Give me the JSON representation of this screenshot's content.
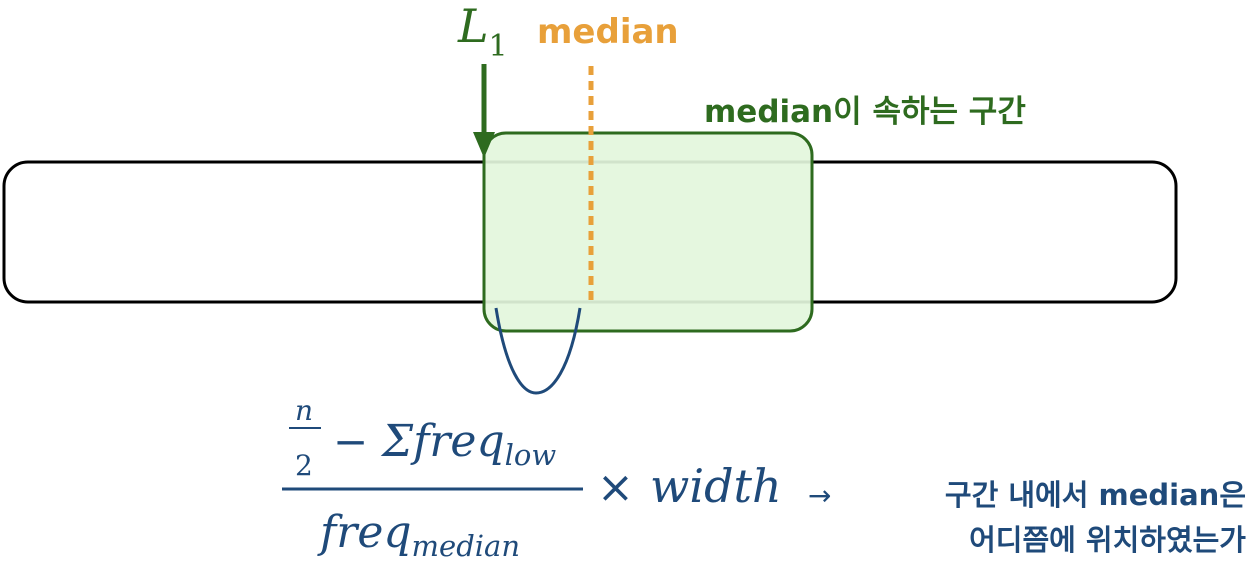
{
  "labels": {
    "l1_base": "L",
    "l1_sub": "1",
    "median": "median",
    "median_interval": "median이 속하는 구간"
  },
  "formula": {
    "n": "n",
    "two": "2",
    "minus": "−",
    "sigma_freq": "Σfreq",
    "sub_low": "low",
    "freq": "freq",
    "sub_median": "median",
    "times": "×",
    "width": "width"
  },
  "explanation": {
    "arrow": "→",
    "line1": "구간 내에서 median은",
    "line2": "어디쯤에 위치하였는가"
  },
  "colors": {
    "green": "#2e6b1f",
    "green_fill": "#e3f6dc",
    "orange": "#e8a03a",
    "navy": "#1f4a7a",
    "black": "#000000"
  }
}
